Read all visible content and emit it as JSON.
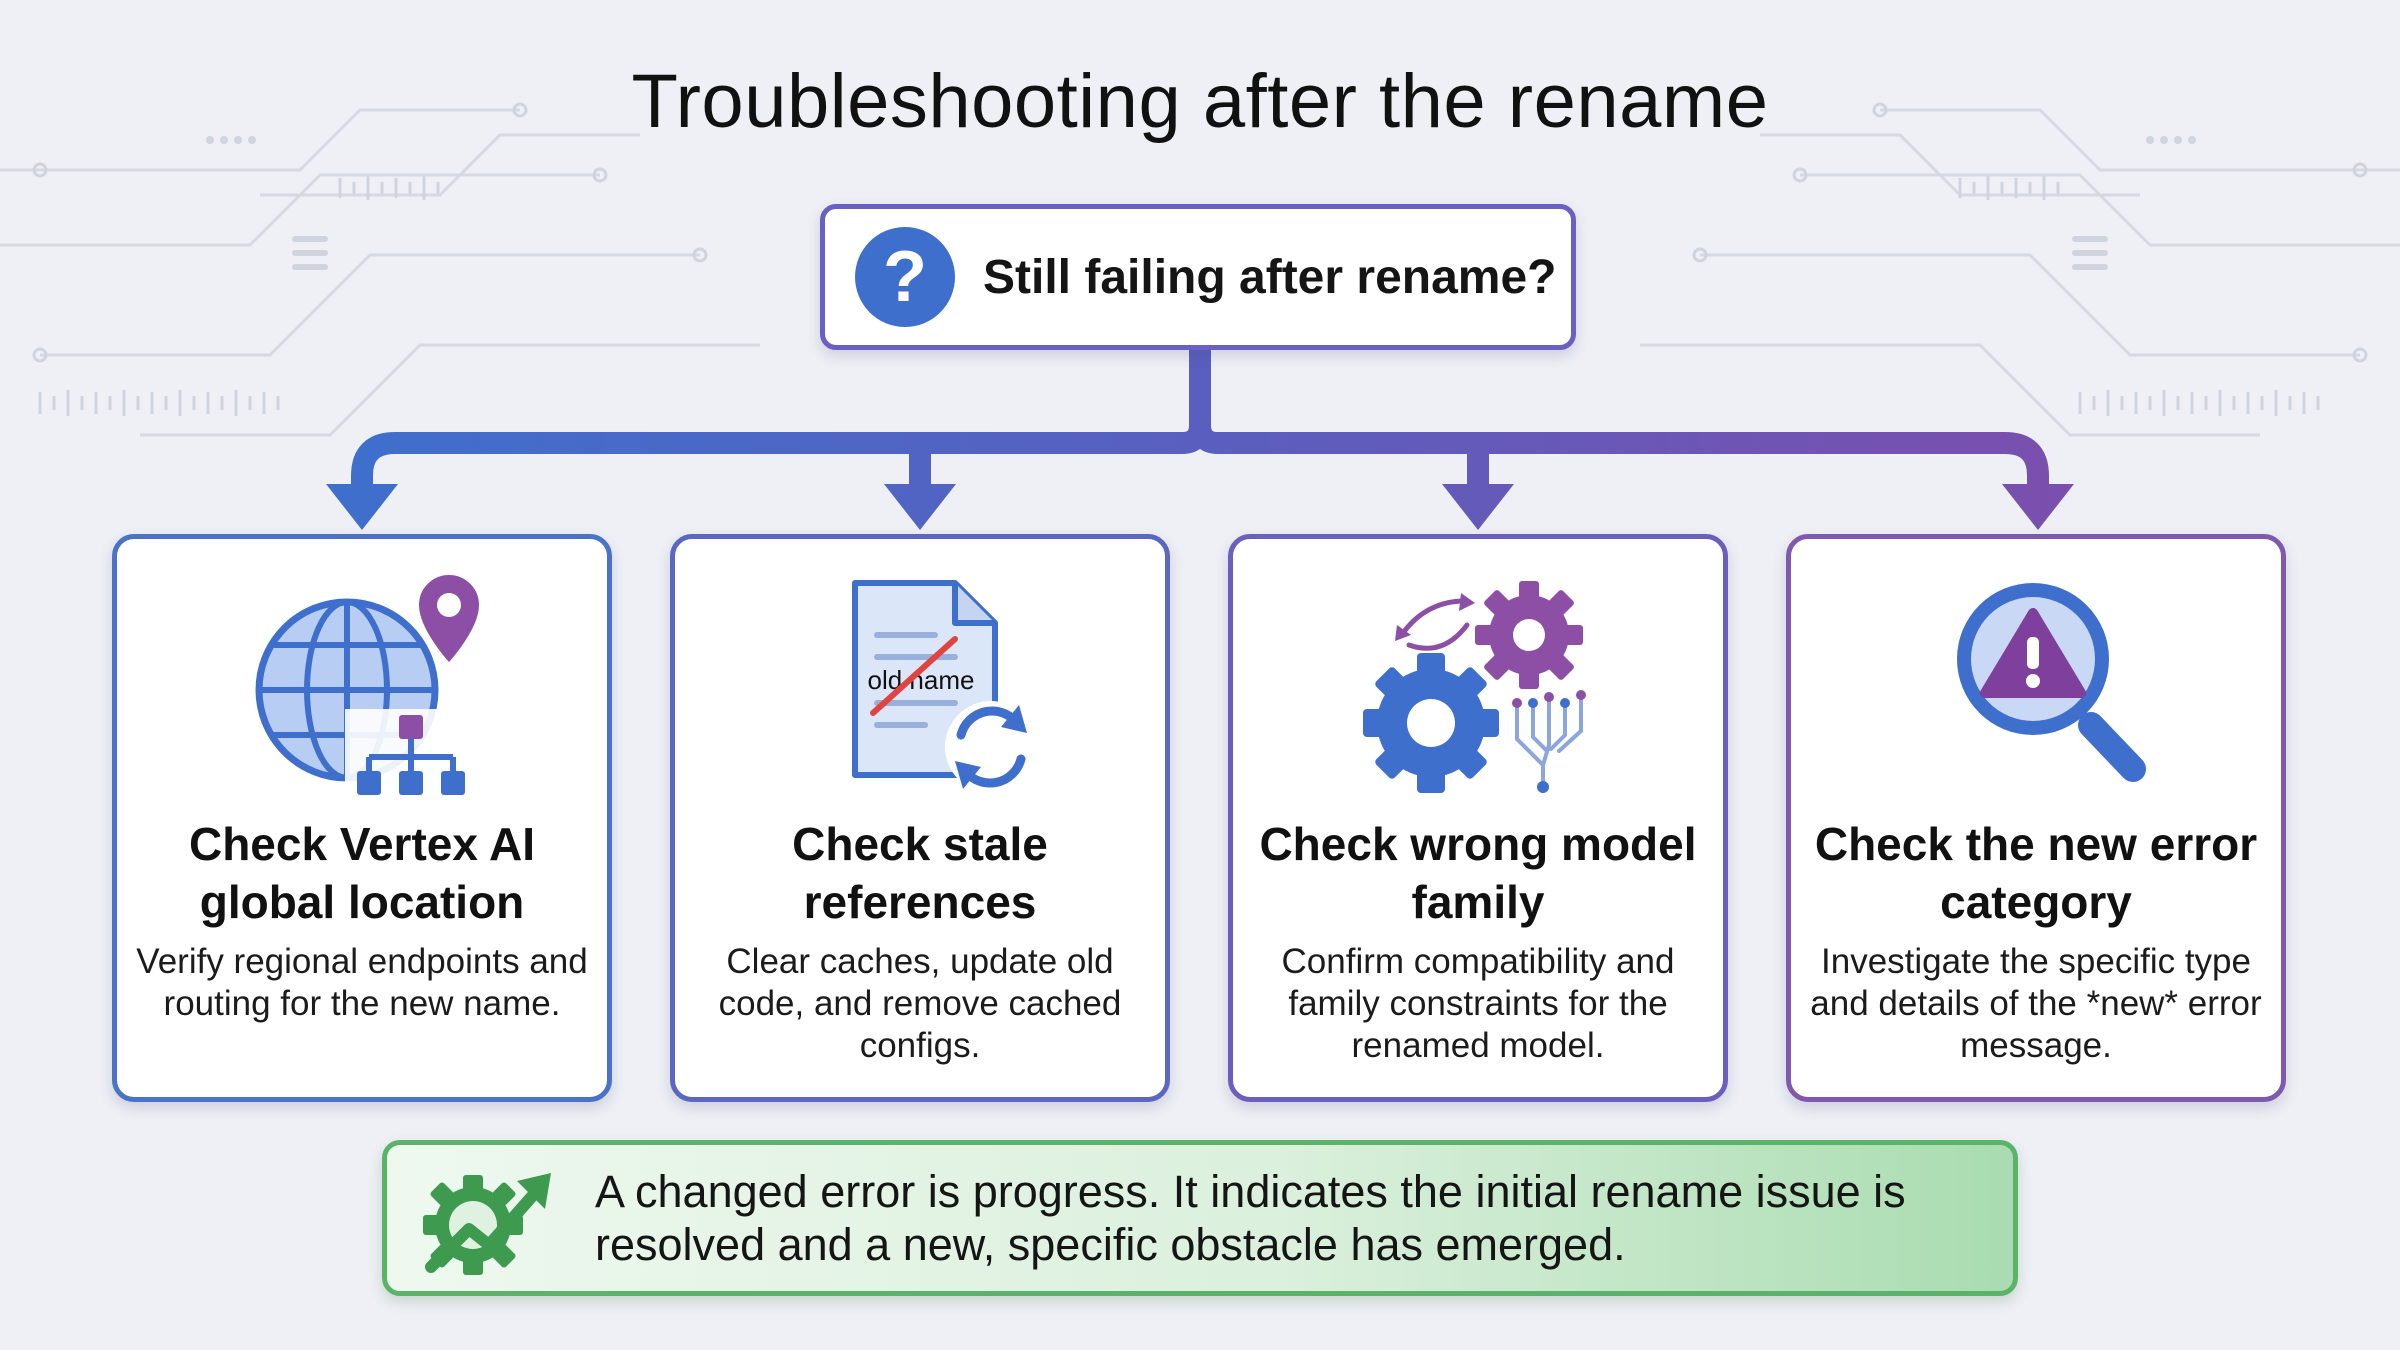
{
  "title": "Troubleshooting after the rename",
  "question": {
    "icon": "question-circle-icon",
    "text": "Still failing after rename?"
  },
  "cards": [
    {
      "title": "Check Vertex AI global location",
      "description": "Verify regional endpoints and routing for the new name.",
      "icon": "globe-location-network-icon",
      "border_color": "#4a72c8"
    },
    {
      "title": "Check stale references",
      "description": "Clear caches, update old code, and remove cached configs.",
      "icon": "document-refresh-icon",
      "icon_text": "old name",
      "border_color": "#5a68c4"
    },
    {
      "title": "Check wrong model family",
      "description": "Confirm compatibility and family constraints for the renamed model.",
      "icon": "gears-network-icon",
      "border_color": "#6a5fbe"
    },
    {
      "title": "Check the new error category",
      "description": "Investigate the specific type and details of the *new* error message.",
      "icon": "magnifier-warning-icon",
      "border_color": "#7f58b0"
    }
  ],
  "note": {
    "icon": "gear-trend-up-icon",
    "text": "A changed error is progress. It indicates the initial rename issue is resolved and a new, specific obstacle has emerged."
  },
  "colors": {
    "blue": "#3f6fcc",
    "purple": "#7a4fae",
    "green": "#5bb36a"
  }
}
